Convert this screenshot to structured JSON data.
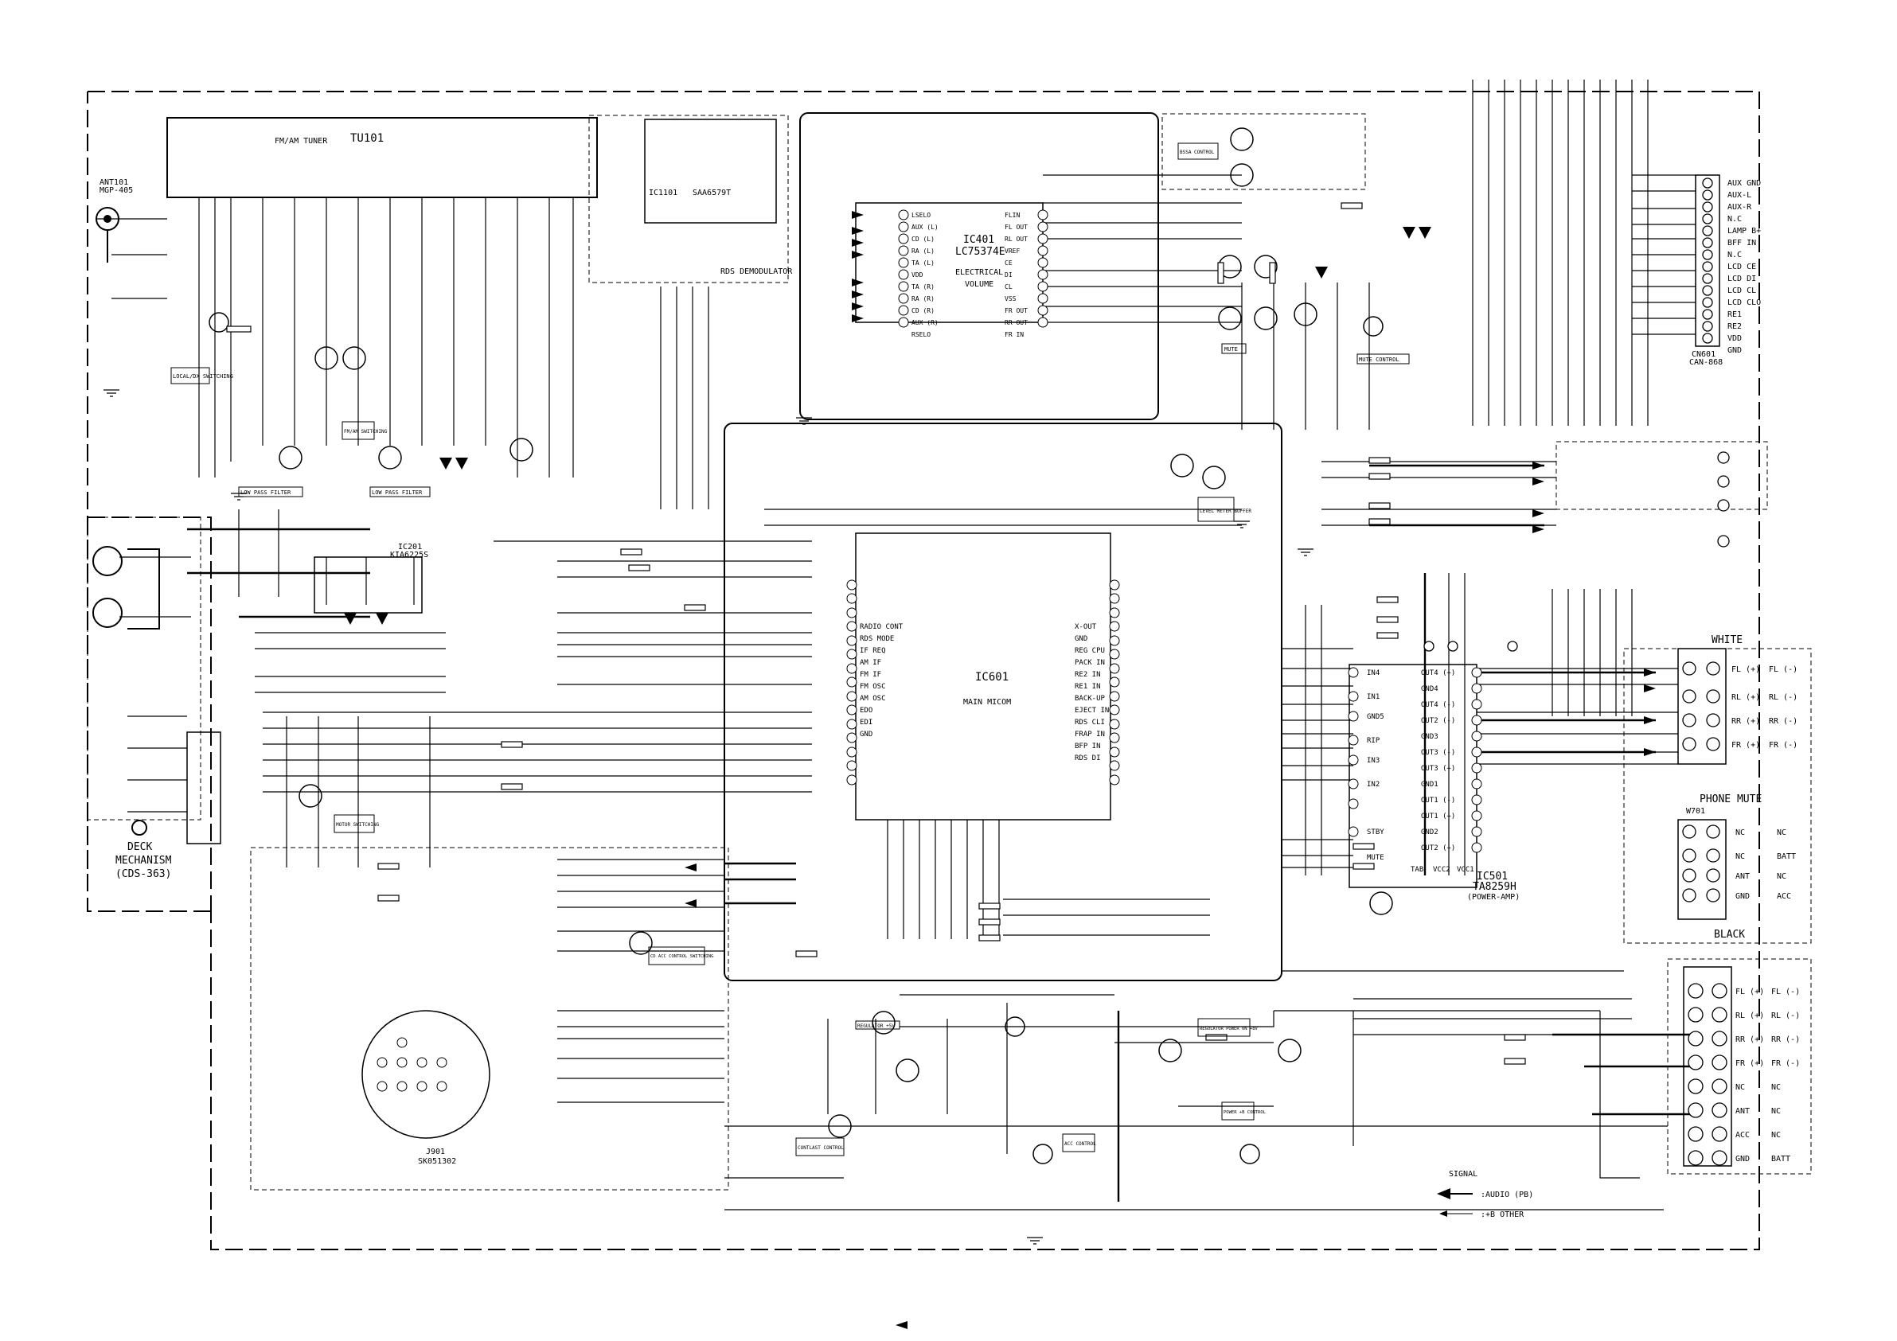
{
  "blocks": {
    "tuner": {
      "ref": "TU101",
      "name": "FM/AM TUNER"
    },
    "rds": {
      "ref": "IC1101",
      "part": "SAA6579T",
      "label": "RDS DEMODULATOR"
    },
    "evol": {
      "ref": "IC401",
      "part": "LC75374E",
      "name1": "ELECTRICAL",
      "name2": "VOLUME"
    },
    "micom": {
      "ref": "IC601",
      "name": "MAIN MICOM"
    },
    "amp": {
      "ref": "IC501",
      "part": "TA8259H",
      "name": "(POWER-AMP)"
    },
    "ic201": {
      "ref": "IC201",
      "part": "KIA6225S"
    },
    "mech": {
      "line1": "DECK",
      "line2": "MECHANISM",
      "line3": "(CDS-363)"
    },
    "jack": {
      "ref": "J901",
      "part": "SK051302"
    }
  },
  "boxes": [
    "LOCAL/DX SWITCHING",
    "LOW PASS FILTER",
    "FM/AM SWITCHING",
    "LOW PASS FILTER",
    "MUTE",
    "MUTE CONTROL",
    "BSSA CONTROL",
    "LEVEL METER BUFFER",
    "MOTOR SWITCHING",
    "CD ACC CONTROL SWITCHING",
    "REGULATOR +5V",
    "REGULATOR POWER ON +8V",
    "POWER +B CONTROL",
    "ACC CONTROL",
    "CONTLAST CONTROL"
  ],
  "cn601": {
    "ref": "CN601",
    "part": "CAN-868",
    "pins": [
      "AUX GND",
      "AUX-L",
      "AUX-R",
      "N.C",
      "LAMP B+",
      "BFF IN",
      "N.C",
      "LCD CE",
      "LCD DI",
      "LCD CL",
      "LCD CLO",
      "RE1",
      "RE2",
      "VDD",
      "GND"
    ]
  },
  "outputs": {
    "white_label": "WHITE",
    "black_label": "BLACK",
    "phone_mute": "PHONE MUTE",
    "w701": "W701",
    "speaker_rows": [
      {
        "a": "FL (+)",
        "b": "FL (-)"
      },
      {
        "a": "RL (+)",
        "b": "RL (-)"
      },
      {
        "a": "RR (+)",
        "b": "RR (-)"
      },
      {
        "a": "FR (+)",
        "b": "FR (-)"
      }
    ],
    "power_rows": [
      {
        "a": "NC",
        "b": "NC"
      },
      {
        "a": "NC",
        "b": "BATT"
      },
      {
        "a": "ANT",
        "b": "NC"
      },
      {
        "a": "GND",
        "b": "ACC"
      }
    ],
    "black_rows": [
      {
        "a": "FL (+)",
        "b": "FL (-)"
      },
      {
        "a": "RL (+)",
        "b": "RL (-)"
      },
      {
        "a": "RR (+)",
        "b": "RR (-)"
      },
      {
        "a": "FR (+)",
        "b": "FR (-)"
      },
      {
        "a": "NC",
        "b": "NC"
      },
      {
        "a": "ANT",
        "b": "NC"
      },
      {
        "a": "ACC",
        "b": "NC"
      },
      {
        "a": "GND",
        "b": "BATT"
      }
    ]
  },
  "amp_pins": [
    "IN4",
    "IN1",
    "GND5",
    "RIP",
    "IN3",
    "IN2",
    "STBY",
    "MUTE",
    "TAB",
    "VCC2",
    "VCC1",
    "OUT4 (+)",
    "GND4",
    "OUT4 (-)",
    "OUT2 (-)",
    "GND3",
    "OUT3 (-)",
    "OUT3 (+)",
    "GND1",
    "OUT1 (-)",
    "OUT1 (+)",
    "GND2",
    "OUT2 (+)"
  ],
  "micom_left_pins": [
    "RADIO CONT",
    "RDS MODE",
    "IF REQ",
    "AM IF",
    "FM IF",
    "FM OSC",
    "AM OSC",
    "EDO",
    "EDI",
    "GND"
  ],
  "micom_right_pins": [
    "X-OUT",
    "GND",
    "REG CPU",
    "PACK IN",
    "RE2 IN",
    "RE1 IN",
    "BACK-UP",
    "EJECT IN",
    "RDS CLI",
    "FRAP IN",
    "BFP IN",
    "RDS DI"
  ],
  "evol_left_pins": [
    "LSELO",
    "AUX (L)",
    "CD (L)",
    "RA (L)",
    "TA (L)",
    "VDD",
    "TA (R)",
    "RA (R)",
    "CD (R)",
    "AUX (R)",
    "RSELO"
  ],
  "evol_right_pins": [
    "FLIN",
    "FL OUT",
    "RL OUT",
    "VREF",
    "CE",
    "DI",
    "CL",
    "VSS",
    "FR OUT",
    "RR OUT",
    "FR IN"
  ],
  "signal_legend": {
    "title": "SIGNAL",
    "audio": ":AUDIO (PB)",
    "other": ":+B OTHER"
  },
  "antenna": {
    "ref": "ANT101",
    "part": "MGP-405"
  }
}
